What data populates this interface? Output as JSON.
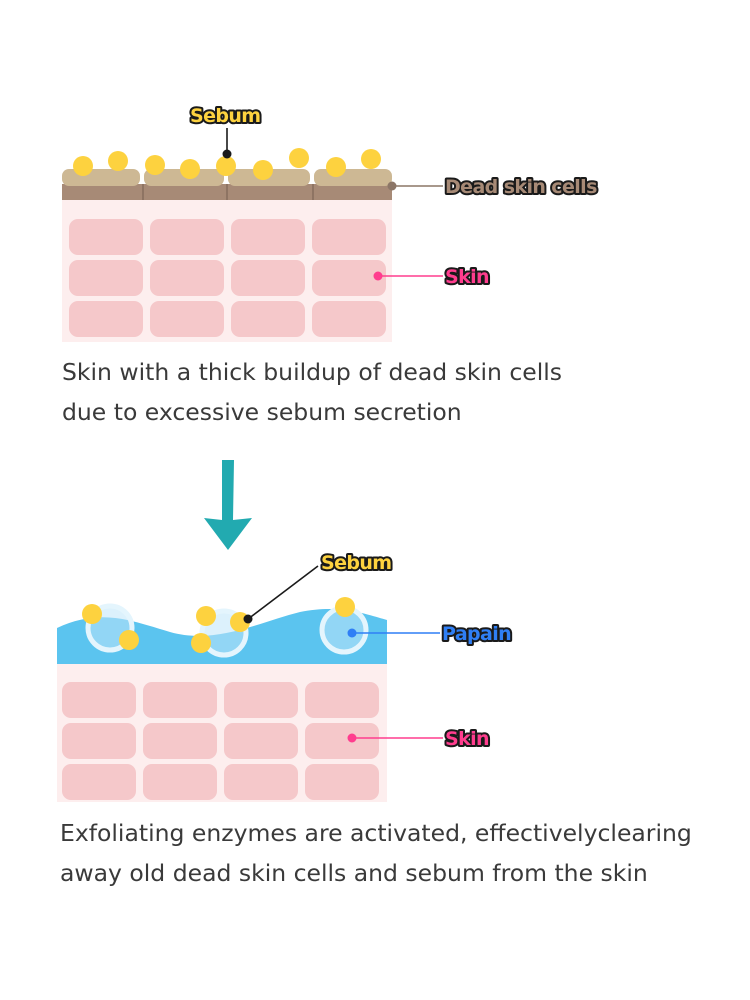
{
  "colors": {
    "sebum": "#fdd23f",
    "dead_skin_light": "#cdb894",
    "dead_skin_dark": "#a78a76",
    "skin_cell": "#f5c8ca",
    "skin_bg": "#fdeeee",
    "papain": "#5bc4ef",
    "arrow": "#22aab0",
    "skin_label": "#ff3d8e",
    "papain_label": "#2f7ff5"
  },
  "top_panel": {
    "labels": {
      "sebum": "Sebum",
      "dead_skin": "Dead skin cells",
      "skin": "Skin"
    },
    "caption": [
      "Skin with a thick buildup of dead skin cells",
      "due to excessive sebum secretion"
    ]
  },
  "bottom_panel": {
    "labels": {
      "sebum": "Sebum",
      "papain": "Papain",
      "skin": "Skin"
    },
    "caption": [
      "Exfoliating enzymes are activated, effectivelyclearing",
      "away old dead skin cells and sebum from the skin"
    ]
  },
  "arrow_icon": "down-arrow-icon"
}
